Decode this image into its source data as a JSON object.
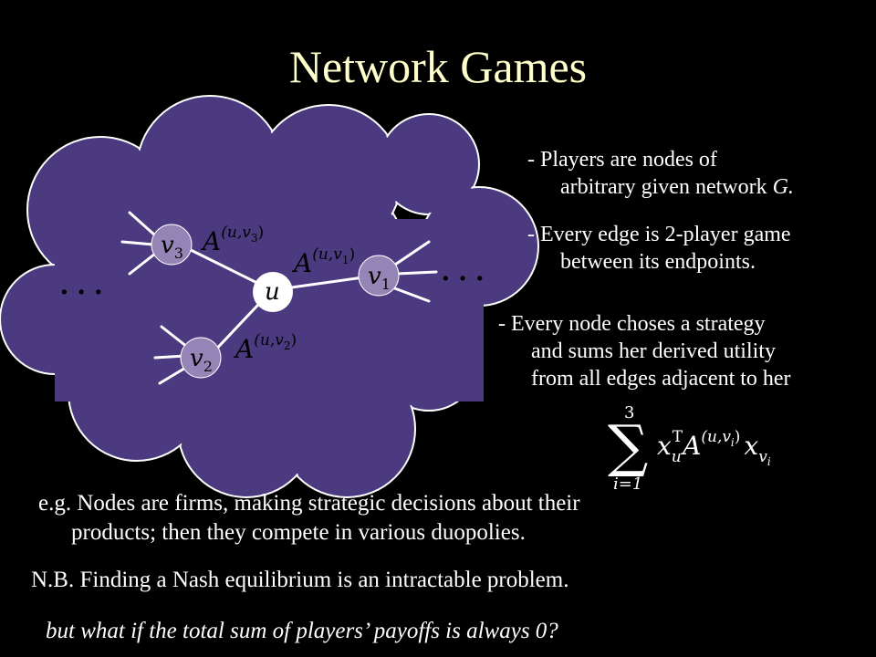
{
  "title": "Network Games",
  "colors": {
    "title": "#ffffcc",
    "cloud": "#4b3a80",
    "node": "#9485b6",
    "background": "#000000"
  },
  "diagram": {
    "nodes": {
      "u": "u",
      "v1": "v",
      "v1_sub": "1",
      "v2": "v",
      "v2_sub": "2",
      "v3": "v",
      "v3_sub": "3"
    },
    "edges": {
      "uv1": {
        "base": "A",
        "sup": "(u,v",
        "sub": "1",
        "close": ")"
      },
      "uv2": {
        "base": "A",
        "sup": "(u,v",
        "sub": "2",
        "close": ")"
      },
      "uv3": {
        "base": "A",
        "sup": "(u,v",
        "sub": "3",
        "close": ")"
      }
    },
    "ellipsis": "..."
  },
  "bullets": [
    {
      "line1": "- Players are nodes of",
      "line2": "arbitrary given network ",
      "line2_em": "G."
    },
    {
      "line1": "- Every edge is 2-player game",
      "line2": "between its endpoints."
    },
    {
      "line1": "- Every node choses a strategy",
      "line2": "and sums her derived utility",
      "line3": "from all edges adjacent to her"
    }
  ],
  "formula": {
    "upper": "3",
    "lower": "i=1",
    "x": "x",
    "u": "u",
    "T": "T",
    "A": "A",
    "sup": "(u,v",
    "sup_sub": "i",
    "close": ")",
    "xv": "x",
    "v": "v",
    "v_sub": "i"
  },
  "examples": {
    "eg_line1": "e.g. Nodes are firms, making strategic decisions about their",
    "eg_line2": "products; then they compete in various duopolies.",
    "nb": "N.B. Finding a Nash equilibrium is an intractable problem.",
    "question": "but what if the total sum of players’ payoffs is always 0?"
  }
}
